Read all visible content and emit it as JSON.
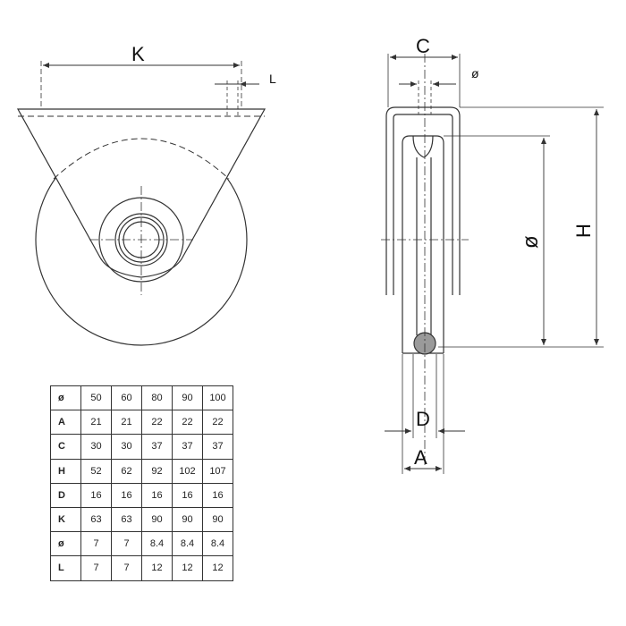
{
  "labels": {
    "K": "K",
    "L": "L",
    "C": "C",
    "hole_dia": "ø",
    "wheel_dia": "ø",
    "H": "H",
    "D": "D",
    "A": "A"
  },
  "colors": {
    "line": "#333333",
    "axle": "#9a9a9a",
    "background": "#ffffff"
  },
  "table": {
    "rows": [
      {
        "label": "ø",
        "values": [
          "50",
          "60",
          "80",
          "90",
          "100"
        ]
      },
      {
        "label": "A",
        "values": [
          "21",
          "21",
          "22",
          "22",
          "22"
        ]
      },
      {
        "label": "C",
        "values": [
          "30",
          "30",
          "37",
          "37",
          "37"
        ]
      },
      {
        "label": "H",
        "values": [
          "52",
          "62",
          "92",
          "102",
          "107"
        ]
      },
      {
        "label": "D",
        "values": [
          "16",
          "16",
          "16",
          "16",
          "16"
        ]
      },
      {
        "label": "K",
        "values": [
          "63",
          "63",
          "90",
          "90",
          "90"
        ]
      },
      {
        "label": "ø",
        "values": [
          "7",
          "7",
          "8.4",
          "8.4",
          "8.4"
        ]
      },
      {
        "label": "L",
        "values": [
          "7",
          "7",
          "12",
          "12",
          "12"
        ]
      }
    ]
  }
}
